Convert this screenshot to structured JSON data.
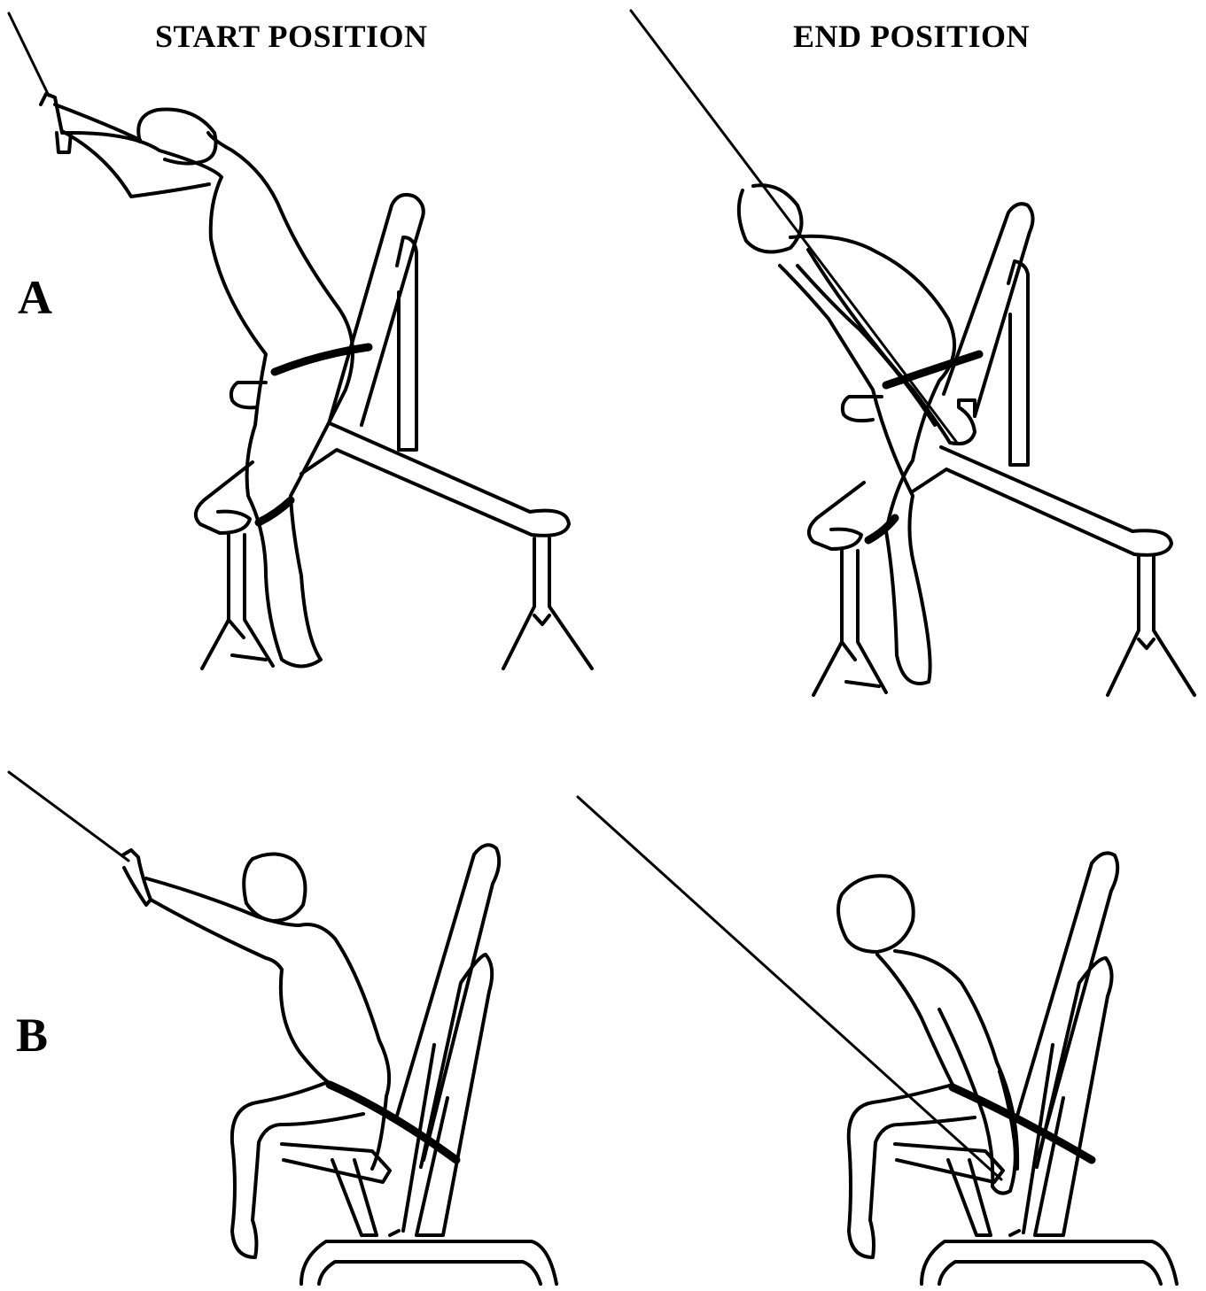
{
  "headings": {
    "start": "START POSITION",
    "end": "END POSITION"
  },
  "rows": {
    "a": "A",
    "b": "B"
  },
  "colors": {
    "ink": "#000000",
    "background": "#ffffff"
  }
}
